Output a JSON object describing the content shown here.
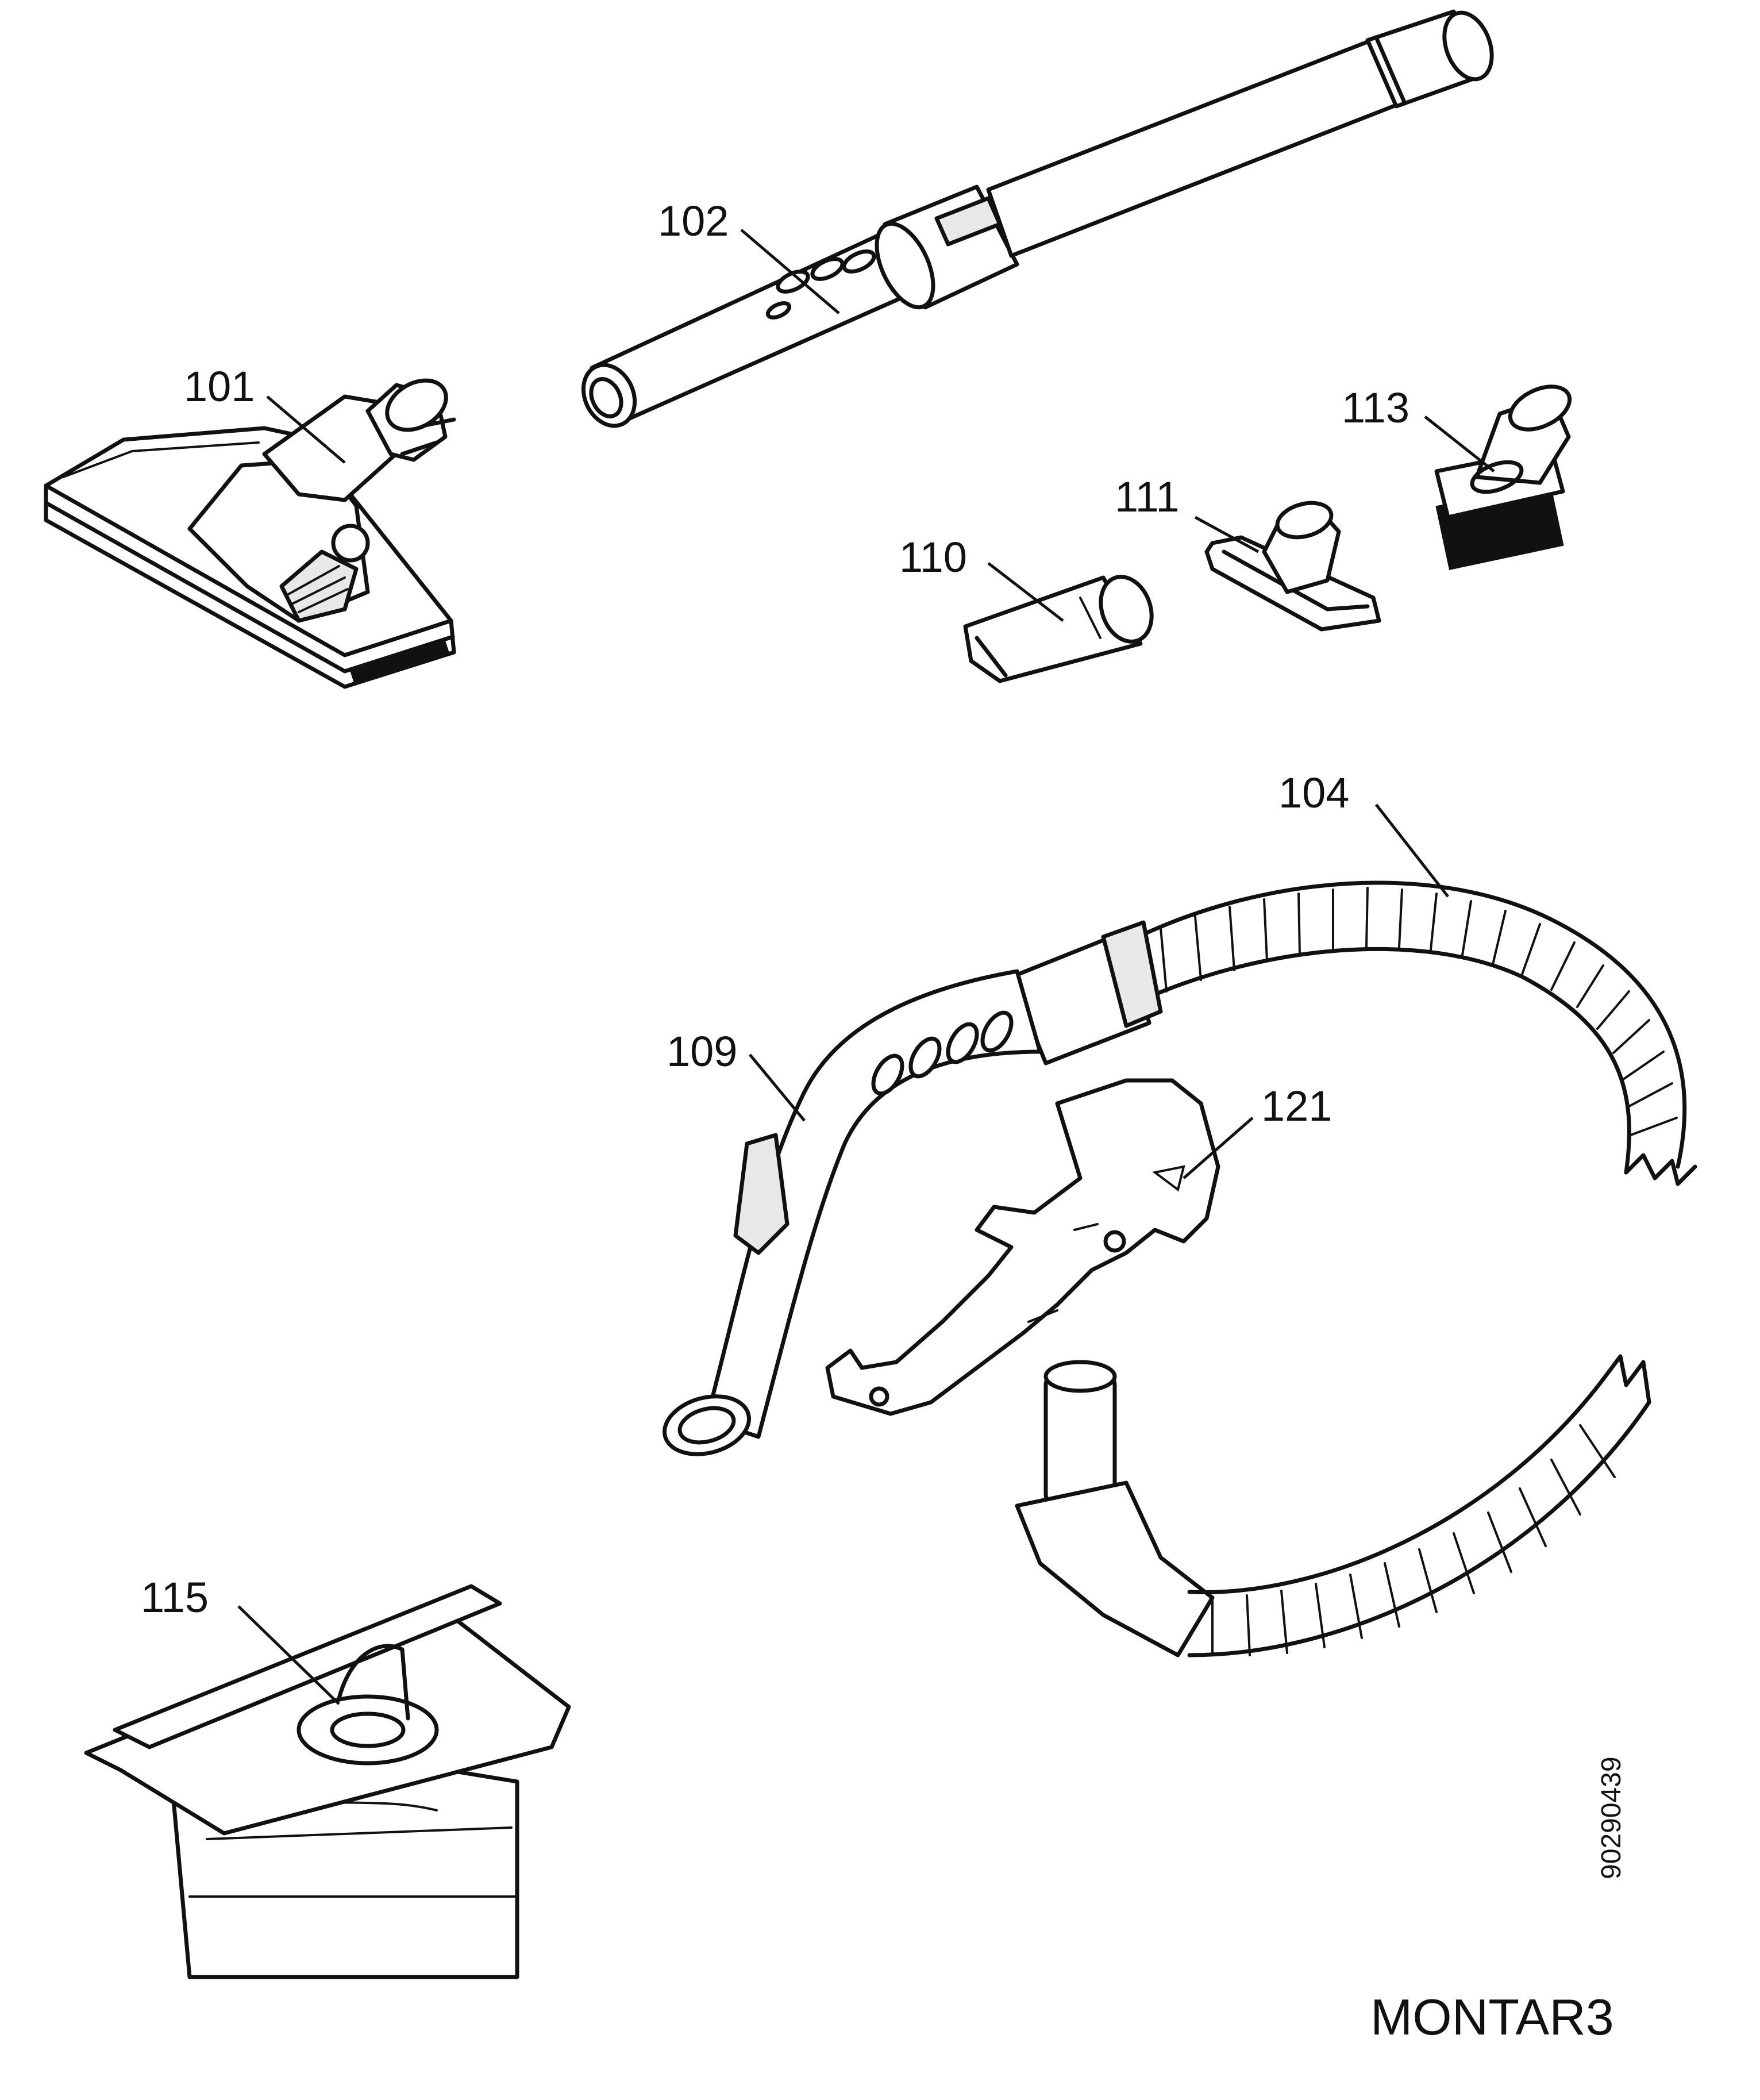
{
  "parts": [
    {
      "id": "nozzle",
      "label": "101",
      "name": "floor nozzle"
    },
    {
      "id": "tube",
      "label": "102",
      "name": "telescopic tube"
    },
    {
      "id": "hose",
      "label": "104",
      "name": "hose"
    },
    {
      "id": "handle",
      "label": "109",
      "name": "hose handle"
    },
    {
      "id": "crevice",
      "label": "110",
      "name": "crevice nozzle"
    },
    {
      "id": "upholstery",
      "label": "111",
      "name": "upholstery nozzle"
    },
    {
      "id": "brush",
      "label": "113",
      "name": "dusting brush"
    },
    {
      "id": "bag",
      "label": "115",
      "name": "dust bag"
    },
    {
      "id": "holder",
      "label": "121",
      "name": "accessory holder"
    }
  ],
  "drawing_number": "90290439",
  "diagram_code": "MONTAR3"
}
